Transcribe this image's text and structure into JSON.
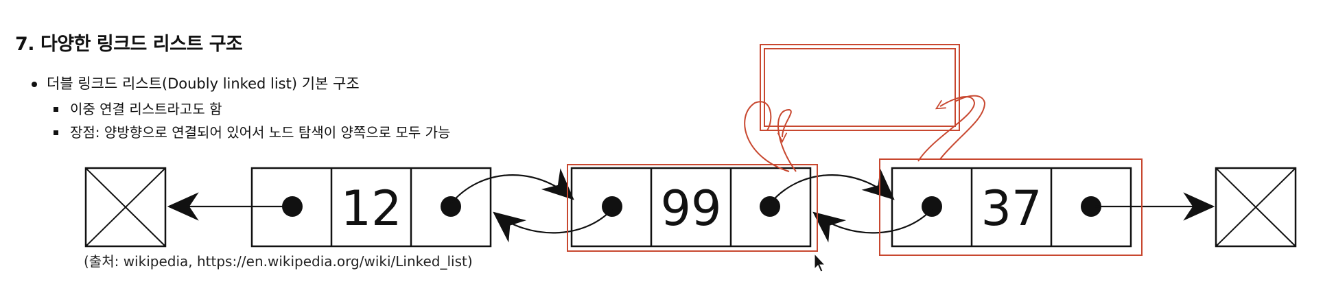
{
  "title": "7. 다양한 링크드 리스트 구조",
  "bullet": {
    "text": "더블 링크드 리스트(Doubly linked list) 기본 구조",
    "subitems": [
      "이중 연결 리스트라고도 함",
      "장점: 양방향으로 연결되어 있어서 노드 탐색이 양쪽으로 모두 가능"
    ]
  },
  "nodes": [
    {
      "value": "12"
    },
    {
      "value": "99"
    },
    {
      "value": "37"
    }
  ],
  "caption": "(출처: wikipedia, https://en.wikipedia.org/wiki/Linked_list)",
  "colors": {
    "ink": "#111111",
    "annotation": "#c8472f"
  }
}
